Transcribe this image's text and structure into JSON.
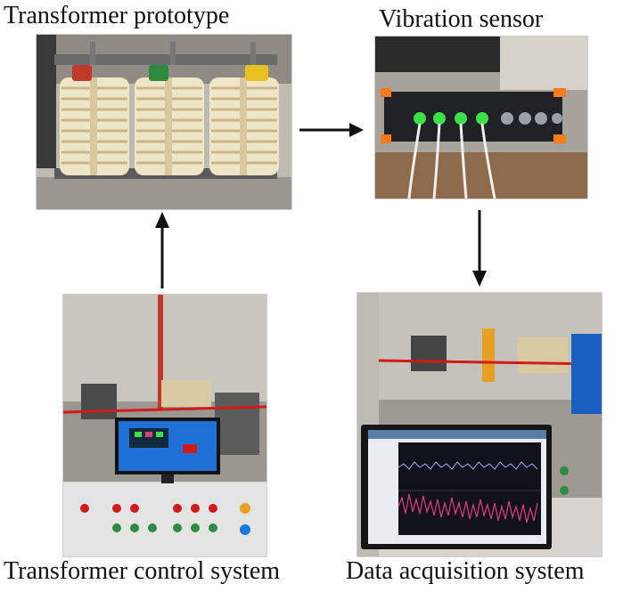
{
  "labels": {
    "top_left": "Transformer prototype",
    "top_right": "Vibration sensor",
    "bottom_left": "Transformer control system",
    "bottom_right": "Data acquisition system"
  },
  "colors": {
    "coil": "#efe6c8",
    "coil_band": "#d9c9a0",
    "clamp_red": "#c0392b",
    "clamp_green": "#2e8b3d",
    "clamp_yellow": "#e8c020",
    "sensor_body": "#1e2226",
    "sensor_led": "#3ee04a",
    "orange_corner": "#ff7a1a",
    "screen_blue": "#1e6fd6",
    "signal_pink": "#e0407a",
    "red_tape": "#d11a1a"
  },
  "icons": [
    "arrow-right-icon",
    "arrow-down-icon",
    "arrow-up-icon"
  ]
}
